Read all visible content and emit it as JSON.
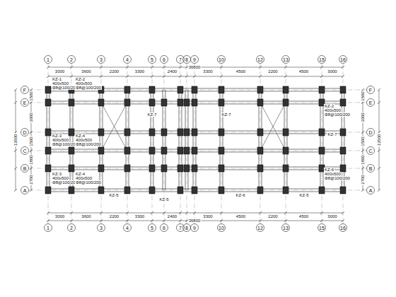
{
  "diagram": {
    "labels": [
      "1",
      "2",
      "3",
      "4",
      "5",
      "6",
      "7",
      "8",
      "9",
      "10",
      "12",
      "13",
      "15",
      "16",
      "1",
      "2",
      "3",
      "4",
      "5",
      "6",
      "7",
      "8",
      "9",
      "10",
      "12",
      "13",
      "15",
      "16",
      "F",
      "E",
      "D",
      "C",
      "B",
      "A",
      "F",
      "E",
      "D",
      "C",
      "B",
      "A",
      "3000",
      "3600",
      "2200",
      "3300",
      "2400",
      "3300",
      "4500",
      "2200",
      "4500",
      "3000",
      "36800",
      "3000",
      "3600",
      "2200",
      "3300",
      "2400",
      "3300",
      "4500",
      "2200",
      "4500",
      "3000",
      "36800",
      "1500",
      "3000",
      "1500",
      "1800",
      "2700",
      "13500",
      "1500",
      "3000",
      "1500",
      "1800",
      "2700",
      "13500",
      "KZ-1",
      "400x500",
      "Φ8@100/200",
      "KZ-2",
      "400x500",
      "Φ8@100/200",
      "KZ-3",
      "400x500",
      "Φ8@100/200",
      "KZ-4",
      "400x500",
      "Φ8@100/200",
      "KZ-3",
      "400x500",
      "Φ8@100/200",
      "KZ-4",
      "400x500",
      "Φ8@100/200",
      "KZ-2",
      "400x500",
      "Φ8@100/200",
      "KZ-6",
      "400x500",
      "Φ8@100/200",
      "KZ-5",
      "KZ-5",
      "KZ-6",
      "KZ-5",
      "KZ-7",
      "KZ-7",
      "KZ-7"
    ]
  }
}
